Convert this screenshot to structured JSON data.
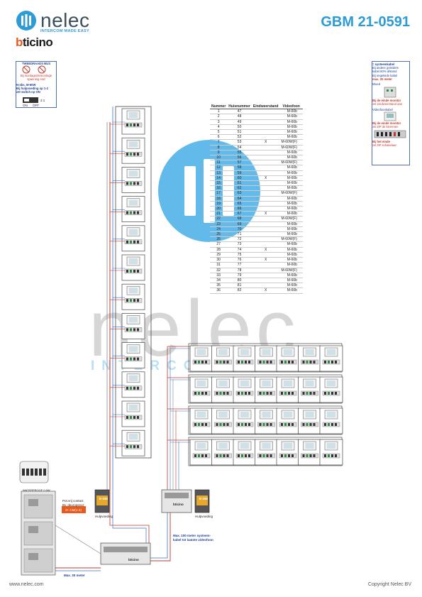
{
  "brand": {
    "name": "nelec",
    "tagline": "INTERCOM MADE EASY",
    "partner_b": "b",
    "partner_rest": "ticino"
  },
  "document": {
    "id": "GBM 21-0591"
  },
  "footer": {
    "website": "www.nelec.com",
    "copyright": "Copyright Nelec BV"
  },
  "watermark": {
    "text": "nelec",
    "sub": "INTERCOM"
  },
  "table": {
    "headers": [
      "Nummer",
      "Huisnummer",
      "Eindweerstand",
      "Videofoon"
    ],
    "rows": [
      [
        "1",
        "47",
        "",
        "M-60b"
      ],
      [
        "2",
        "48",
        "",
        "M-60b"
      ],
      [
        "3",
        "49",
        "",
        "M-60b"
      ],
      [
        "4",
        "50",
        "",
        "M-60b"
      ],
      [
        "5",
        "51",
        "",
        "M-60b"
      ],
      [
        "6",
        "52",
        "",
        "M-60b"
      ],
      [
        "7",
        "53",
        "X",
        "M-60W(F)"
      ],
      [
        "8",
        "54",
        "",
        "M-60W(F)"
      ],
      [
        "9",
        "55",
        "",
        "M-60b"
      ],
      [
        "10",
        "56",
        "",
        "M-60b"
      ],
      [
        "11",
        "57",
        "",
        "M-60W(F)"
      ],
      [
        "12",
        "58",
        "",
        "M-60b"
      ],
      [
        "13",
        "59",
        "",
        "M-60b"
      ],
      [
        "14",
        "60",
        "X",
        "M-60b"
      ],
      [
        "15",
        "61",
        "",
        "M-60b"
      ],
      [
        "16",
        "62",
        "",
        "M-60b"
      ],
      [
        "17",
        "63",
        "",
        "M-60W(F)"
      ],
      [
        "18",
        "64",
        "",
        "M-60b"
      ],
      [
        "19",
        "65",
        "",
        "M-60b"
      ],
      [
        "20",
        "66",
        "",
        "M-60b"
      ],
      [
        "21",
        "67",
        "X",
        "M-60b"
      ],
      [
        "22",
        "68",
        "",
        "M-60W(F)"
      ],
      [
        "23",
        "69",
        "",
        "M-60b"
      ],
      [
        "24",
        "70",
        "",
        "M-60b"
      ],
      [
        "25",
        "71",
        "",
        "M-60b"
      ],
      [
        "26",
        "72",
        "",
        "M-60W(F)"
      ],
      [
        "27",
        "73",
        "",
        "M-60b"
      ],
      [
        "28",
        "74",
        "X",
        "M-60b"
      ],
      [
        "29",
        "75",
        "",
        "M-60b"
      ],
      [
        "30",
        "76",
        "X",
        "M-60b"
      ],
      [
        "31",
        "77",
        "",
        "M-60b"
      ],
      [
        "32",
        "78",
        "",
        "M-60W(F)"
      ],
      [
        "33",
        "79",
        "",
        "M-60b"
      ],
      [
        "34",
        "80",
        "",
        "M-60b"
      ],
      [
        "35",
        "81",
        "",
        "M-60b"
      ],
      [
        "36",
        "82",
        "X",
        "M-60b"
      ]
    ]
  },
  "left_note": {
    "title": "TWEEDRAADS BUS",
    "l1": "Bij montage/demontage",
    "l2": "spanning eraf",
    "l3": "N-4bs, M-60W",
    "l4": "Bij hulpvoeding op 1-2",
    "l5": "zet switch op ON",
    "on": "ON",
    "off": "OFF",
    "sw": "2:1"
  },
  "right_note": {
    "r1": "= systeemkabel",
    "r2": "Bij andere geleiders",
    "r3": "kabel 60% afstand",
    "r4": "Bij ongeleide kabel",
    "r5": "max. 20 meter",
    "r6": "Mixed",
    "r7": "Bij de einde monitor",
    "r8": "zet eindweerstand aan",
    "r9": "Videofoonkabel",
    "r10": "Bij de einde monitor",
    "r11": "zet DP de klemmen",
    "r12": "Bij het einde",
    "r13": "zet DP schakelaar"
  },
  "labels": {
    "psu1": "E-150",
    "psu1_sub": "Hulpvoeding",
    "psu2": "E-150",
    "psu2_sub": "Hulpvoeding",
    "splitter": "bticino",
    "cam": "Pot.vrij contact",
    "cam2": "Bv. deuropener",
    "relay": "3+ CM(1-3)",
    "mains": "WATERPROOF 0.5W",
    "ctrl": "bticino",
    "note_100": "Max. 100 meter systeem-",
    "note_100b": "kabel tot laatste videofoon",
    "note_30": "Max. 30 meter"
  },
  "colors": {
    "accent": "#2c9bd6",
    "wire_red": "#c0392b",
    "wire_blue": "#3b6fc4",
    "wire_grey": "#888888",
    "bticino_orange": "#e8591a"
  }
}
